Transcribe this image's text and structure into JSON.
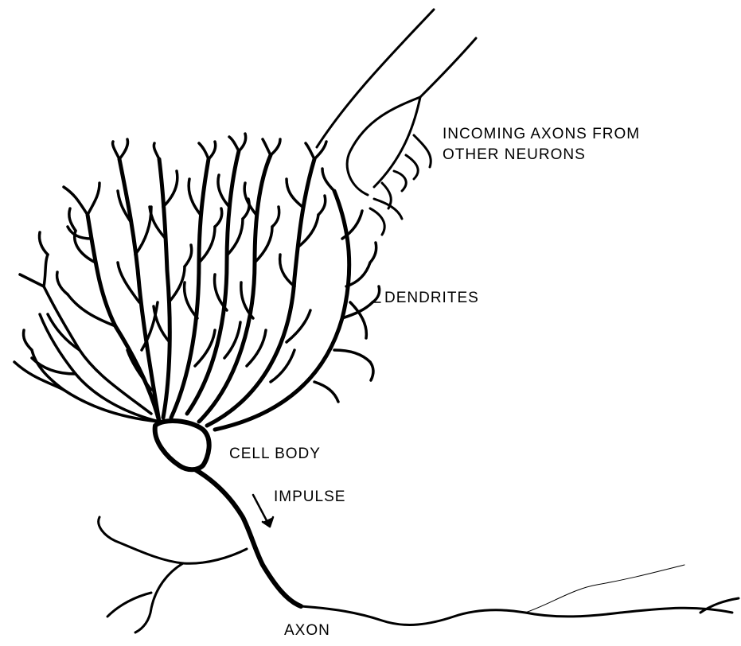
{
  "labels": {
    "incoming_axons": [
      "INCOMING AXONS FROM",
      "OTHER NEURONS"
    ],
    "dendrites": "DENDRITES",
    "cell_body": "CELL BODY",
    "impulse": "IMPULSE",
    "axon": "AXON"
  },
  "colors": {
    "ink": "#000000",
    "background": "#ffffff"
  }
}
